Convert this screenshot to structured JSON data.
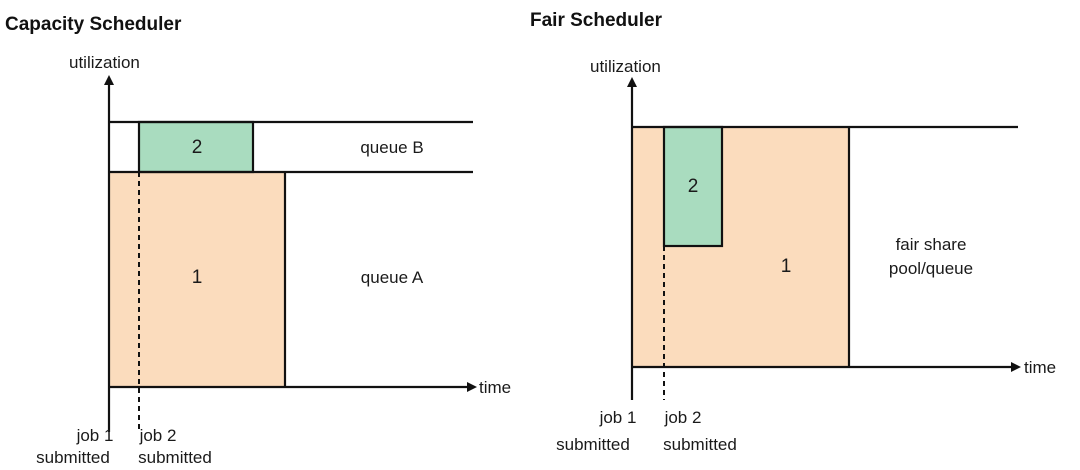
{
  "colors": {
    "job1_fill": "#fbdcbd",
    "job2_fill": "#a9dcbf",
    "stroke": "#111111",
    "text": "#1a1a1a"
  },
  "capacity": {
    "title": "Capacity Scheduler",
    "y_label": "utilization",
    "x_label": "time",
    "job1_label": "1",
    "job2_label": "2",
    "queue_b_label": "queue B",
    "queue_a_label": "queue A",
    "submit1": [
      "job 1",
      "submitted"
    ],
    "submit2": [
      "job 2",
      "submitted"
    ]
  },
  "fair": {
    "title": "Fair Scheduler",
    "y_label": "utilization",
    "x_label": "time",
    "job1_label": "1",
    "job2_label": "2",
    "pool_label": [
      "fair share",
      "pool/queue"
    ],
    "submit1": [
      "job 1",
      "submitted"
    ],
    "submit2": [
      "job 2",
      "submitted"
    ]
  }
}
